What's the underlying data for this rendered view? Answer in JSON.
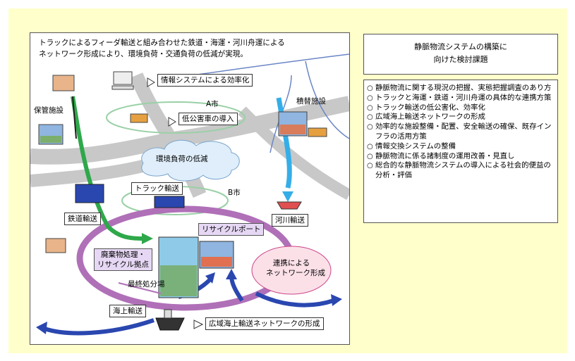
{
  "diagram": {
    "caption_line1": "トラックによるフィーダ輸送と組み合わせた鉄道・海運・河川舟運による",
    "caption_line2": "ネットワーク形成により、環境負荷・交通負荷の低減が実現。",
    "labels": {
      "info_system": "情報システムによる効率化",
      "city_a": "A市",
      "low_emission": "低公害車の導入",
      "storage": "保管施設",
      "transship": "積替施設",
      "env_reduction": "環境負荷の低減",
      "truck": "トラック輸送",
      "city_b": "B市",
      "rail": "鉄道輸送",
      "river": "河川輸送",
      "recycle_port": "リサイクルポート",
      "waste_line1": "廃棄物処理・",
      "waste_line2": "リサイクル拠点",
      "network_line1": "連携による",
      "network_line2": "ネットワーク形成",
      "landfill": "最終処分場",
      "sea": "海上輸送",
      "wide_sea": "広域海上輸送ネットワークの形成"
    },
    "colors": {
      "road": "#c8c8c8",
      "purple": "#b070b8",
      "blue": "#2a47b0",
      "cyan": "#35aee8",
      "green": "#2ea84a",
      "cloud": "#dfeefa",
      "pink": "#fbe0e8"
    }
  },
  "title_box": {
    "line1": "静脈物流システムの構築に",
    "line2": "向けた検討課題"
  },
  "issues": [
    "静脈物流に関する現況の把握、実態把握調査のあり方",
    "トラックと海運・鉄道・河川舟運の具体的な連携方策",
    "トラック輸送の低公害化、効率化",
    "広域海上輸送ネットワークの形成",
    "効率的な施設整備・配置、安全輸送の確保、既存インフラの活用方策",
    "情報交換システムの整備",
    "静脈物流に係る諸制度の運用改善・見直し",
    "総合的な静脈物流システムの導入による社会的便益の分析・評価"
  ]
}
